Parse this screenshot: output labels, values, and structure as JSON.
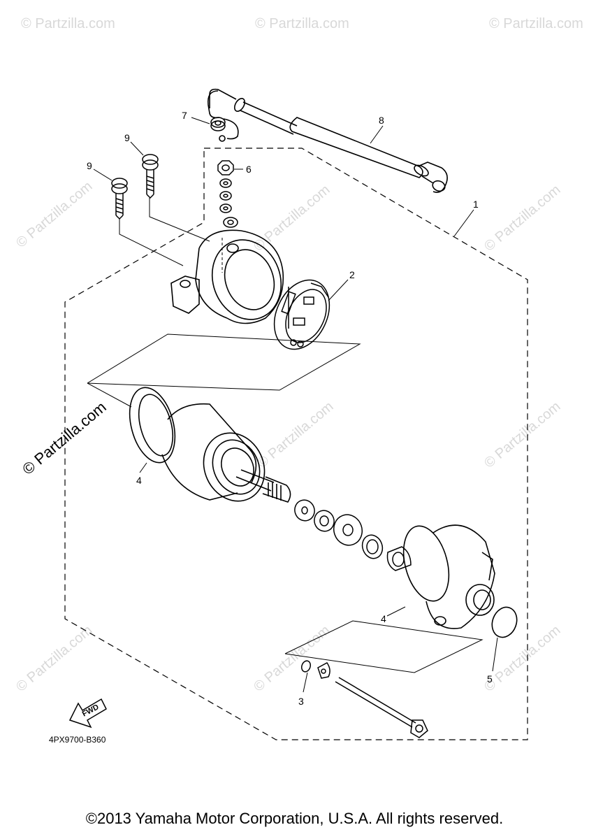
{
  "watermark": "© Partzilla.com",
  "watermark_main": "© Partzilla.com",
  "parts": [
    {
      "num": "1",
      "name": "starter-motor-assembly"
    },
    {
      "num": "2",
      "name": "brush-holder"
    },
    {
      "num": "3",
      "name": "o-ring-small"
    },
    {
      "num": "4",
      "name": "bearing-cover"
    },
    {
      "num": "5",
      "name": "o-ring-large"
    },
    {
      "num": "6",
      "name": "nut"
    },
    {
      "num": "7",
      "name": "terminal-nut"
    },
    {
      "num": "8",
      "name": "starter-cable"
    },
    {
      "num": "9",
      "name": "bolt"
    }
  ],
  "labels": {
    "p1": "1",
    "p2": "2",
    "p3": "3",
    "p4a": "4",
    "p4b": "4",
    "p5": "5",
    "p6": "6",
    "p7": "7",
    "p8": "8",
    "p9a": "9",
    "p9b": "9"
  },
  "fwd": "FWD",
  "diagram_code": "4PX9700-B360",
  "copyright": "©2013 Yamaha Motor Corporation, U.S.A. All rights reserved."
}
